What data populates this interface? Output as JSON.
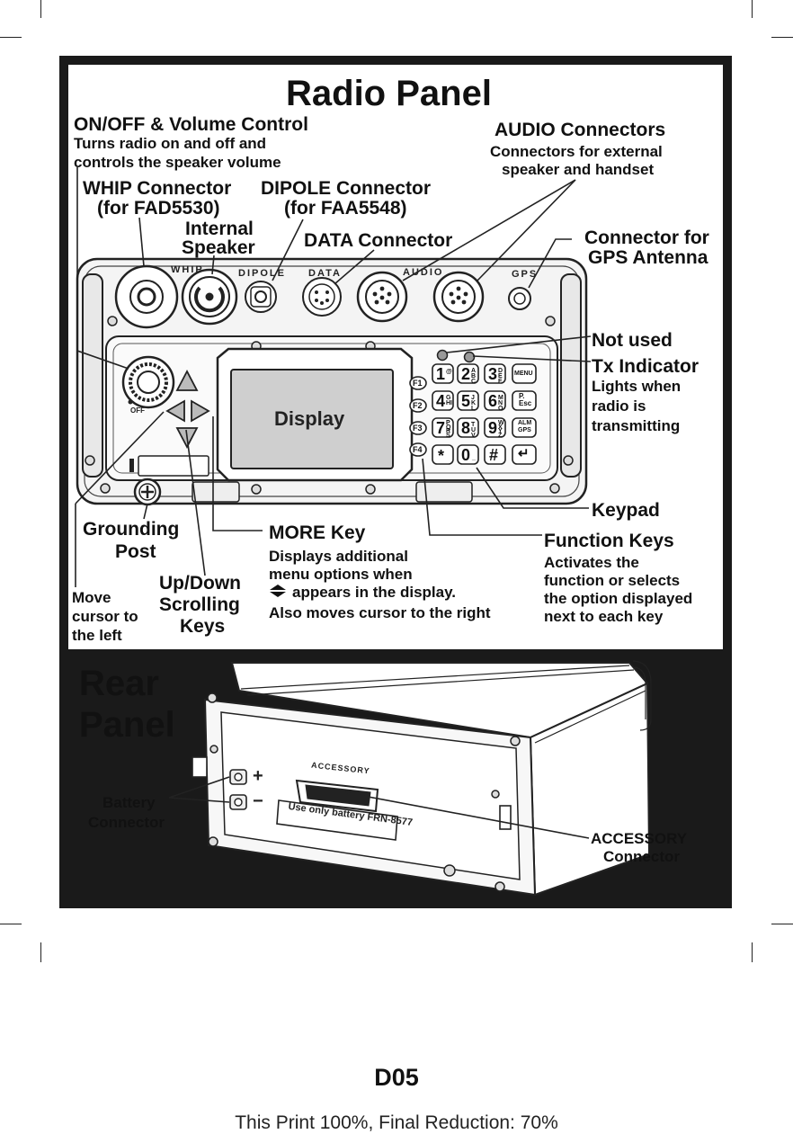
{
  "radio_panel": {
    "title": "Radio Panel",
    "on_off": {
      "title": "ON/OFF & Volume Control",
      "line1": "Turns radio on and off and",
      "line2": "controls the speaker volume"
    },
    "audio": {
      "title": "AUDIO Connectors",
      "line1": "Connectors for external",
      "line2": "speaker and handset"
    },
    "whip": {
      "line1": "WHIP Connector",
      "line2": "(for FAD5530)"
    },
    "dipole": {
      "line1": "DIPOLE Connector",
      "line2": "(for FAA5548)"
    },
    "speaker": {
      "line1": "Internal",
      "line2": "Speaker"
    },
    "data": {
      "title": "DATA Connector"
    },
    "gps": {
      "line1": "Connector for",
      "line2": "GPS Antenna"
    },
    "not_used": "Not used",
    "tx": {
      "title": "Tx Indicator",
      "line1": "Lights when",
      "line2": "radio is",
      "line3": "transmitting"
    },
    "keypad": "Keypad",
    "function_keys": {
      "title": "Function Keys",
      "line1": "Activates the",
      "line2": "function or selects",
      "line3": "the option displayed",
      "line4": "next to each key"
    },
    "more_key": {
      "title": "MORE Key",
      "line1": "Displays additional",
      "line2": "menu options when",
      "line3": "appears in the display.",
      "line4": "Also moves cursor to the right"
    },
    "grounding": {
      "line1": "Grounding",
      "line2": "Post"
    },
    "updown": {
      "line1": "Up/Down",
      "line2": "Scrolling",
      "line3": "Keys"
    },
    "move_left": {
      "line1": "Move",
      "line2": "cursor to",
      "line3": "the left"
    },
    "display": "Display",
    "silkscreen": {
      "whip": "WHIP",
      "dipole": "DIPOLE",
      "data": "DATA",
      "audio": "AUDIO",
      "gps": "GPS",
      "off": "OFF"
    },
    "keys": [
      "1",
      "2",
      "3",
      "4",
      "5",
      "6",
      "7",
      "8",
      "9",
      "*",
      "0",
      "#"
    ],
    "key_letters": [
      "@",
      "ABC",
      "DEF",
      "GHI",
      "JKL",
      "MNO",
      "PQRS",
      "TUV",
      "WXYZ",
      "",
      "_",
      ""
    ],
    "fkeys": [
      "F1",
      "F2",
      "F3",
      "F4"
    ],
    "menu_keys": [
      "MENU",
      "P.\nEsc",
      "ALM\nGPS",
      "↵"
    ]
  },
  "rear_panel": {
    "title_line1": "Rear",
    "title_line2": "Panel",
    "battery": {
      "line1": "Battery",
      "line2": "Connector"
    },
    "accessory": {
      "line1": "ACCESSORY",
      "line2": "Connector"
    },
    "accessory_silk": "ACCESSORY",
    "battery_label": "Use only battery FRN-8577",
    "plus": "+",
    "minus": "−"
  },
  "footer": {
    "code": "D05",
    "print_note": "This Print 100%, Final Reduction: 70%"
  }
}
